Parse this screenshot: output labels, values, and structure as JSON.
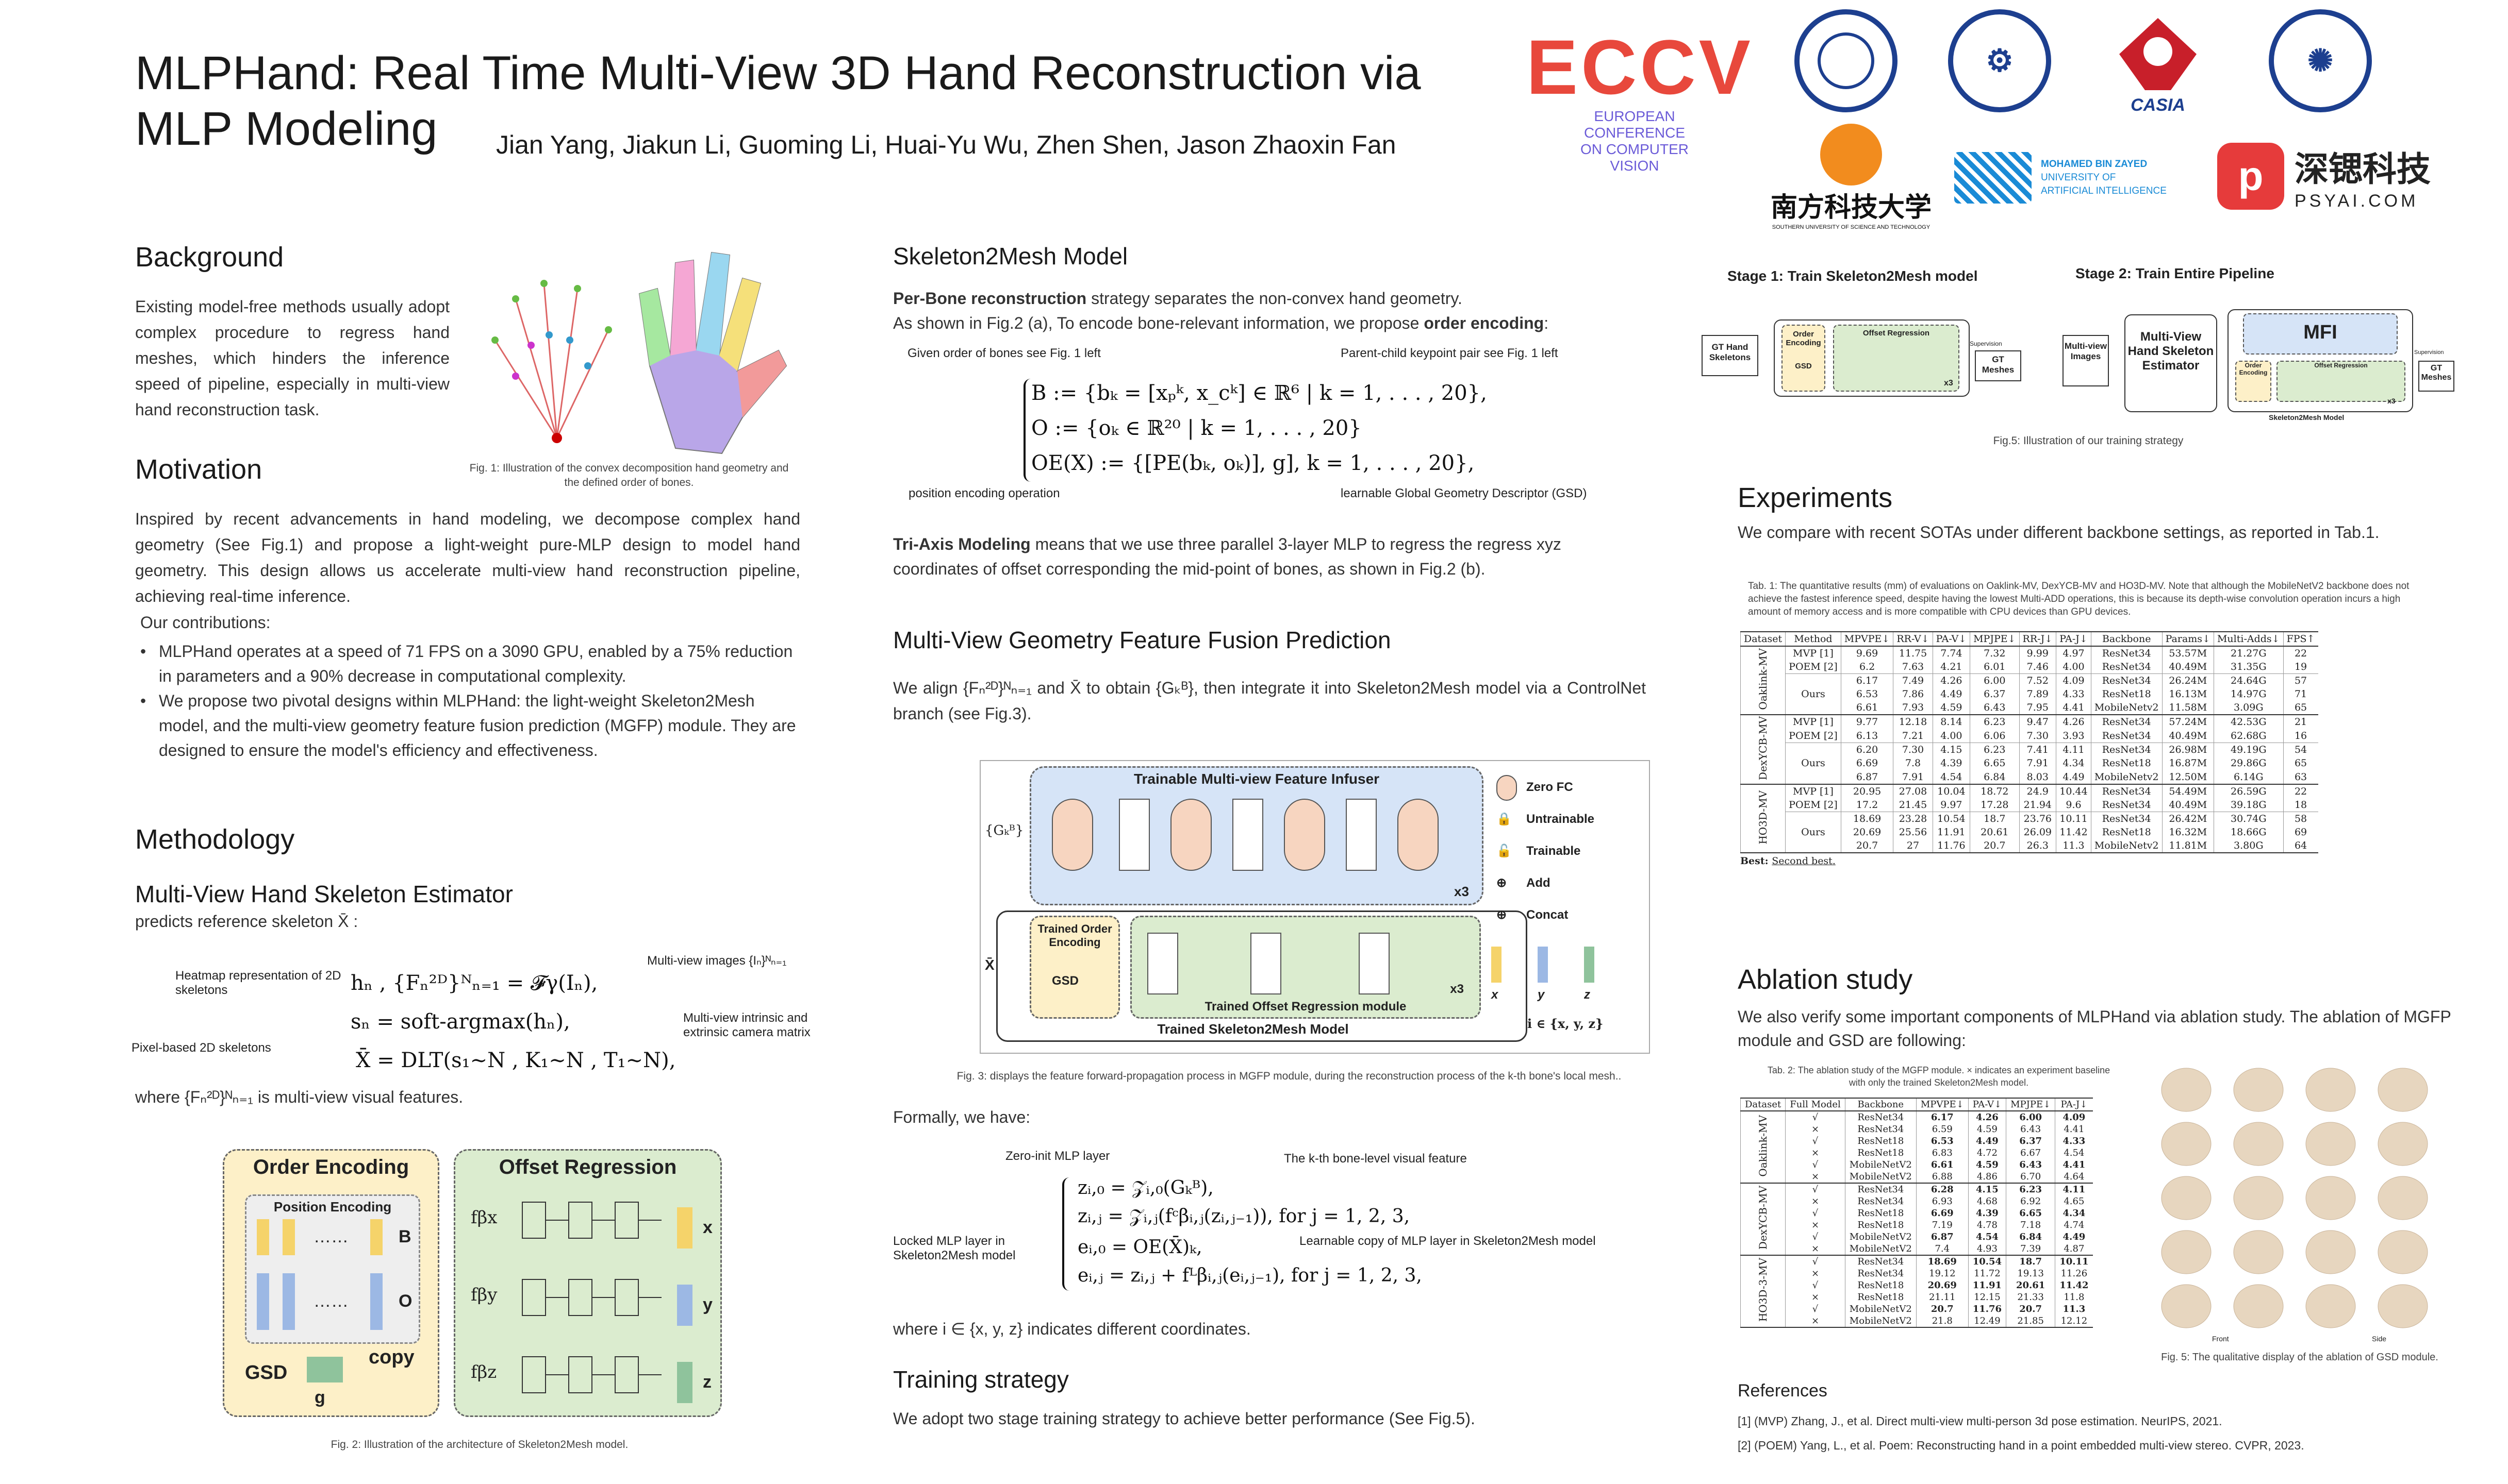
{
  "title_line1": "MLPHand: Real Time Multi-View 3D Hand Reconstruction via",
  "title_line2": "MLP Modeling",
  "authors": "Jian Yang, Jiakun Li, Guoming Li, Huai-Yu Wu, Zhen Shen, Jason Zhaoxin Fan",
  "logos": {
    "eccv_word": "ECCV",
    "eccv_sub": [
      "EUROPEAN",
      "CONFERENCE",
      "ON COMPUTER",
      "VISION"
    ],
    "casia": "CASIA",
    "sustech": "南方科技大学",
    "sustech_en": "SOUTHERN UNIVERSITY OF SCIENCE AND TECHNOLOGY",
    "mbzuai": [
      "MOHAMED BIN ZAYED",
      "UNIVERSITY OF",
      "ARTIFICIAL INTELLIGENCE"
    ],
    "psyai_cn": "深锶科技",
    "psyai_en": "PSYAI.COM"
  },
  "background": {
    "heading": "Background",
    "text": "Existing model-free methods usually adopt complex procedure to regress hand meshes, which hinders the inference speed of pipeline, especially in multi-view hand reconstruction task.",
    "fig1_caption": "Fig. 1: Illustration of the convex decomposition hand geometry and the defined order of bones."
  },
  "motivation": {
    "heading": "Motivation",
    "text": "Inspired by recent advancements in hand modeling, we decompose complex hand geometry (See Fig.1) and propose a light-weight pure-MLP design to model hand geometry. This design allows us accelerate multi-view hand reconstruction pipeline, achieving real-time inference.",
    "contrib_title": "Our contributions:",
    "contrib": [
      "MLPHand operates at a speed of 71 FPS on a 3090 GPU, enabled by a 75% reduction in parameters and a 90% decrease in computational complexity.",
      "We propose two pivotal designs within MLPHand: the light-weight Skeleton2Mesh model, and the multi-view geometry feature fusion prediction (MGFP) module. They are designed to ensure the model's efficiency and effectiveness."
    ]
  },
  "methodology": {
    "heading": "Methodology",
    "sub": "Multi-View Hand Skeleton Estimator",
    "predicts": "predicts reference skeleton X̄ :",
    "ann": {
      "heatmap": "Heatmap representation of 2D skeletons",
      "pixel": "Pixel-based 2D skeletons",
      "multiview": "Multi-view images {Iₙ}ᴺₙ₌₁",
      "camera": "Multi-view intrinsic and extrinsic camera matrix"
    },
    "eq1": "hₙ , {Fₙ²ᴰ}ᴺₙ₌₁ = 𝓕γ(Iₙ),",
    "eq2": "sₙ = soft-argmax(hₙ),",
    "eq3": "X̄ = DLT(s₁∼N , K₁∼N , T₁∼N),",
    "where": "where {Fₙ²ᴰ}ᴺₙ₌₁ is multi-view visual features.",
    "fig2": {
      "order": "Order Encoding",
      "offset": "Offset Regression",
      "pos": "Position Encoding",
      "gsd": "GSD",
      "g": "g",
      "copy": "copy",
      "B": "B",
      "O": "O",
      "x": "x",
      "y": "y",
      "z": "z",
      "fx": "fβx",
      "fy": "fβy",
      "fz": "fβz",
      "dots": "……"
    },
    "fig2_caption": "Fig. 2: Illustration of the architecture of Skeleton2Mesh model."
  },
  "s2m": {
    "heading": "Skeleton2Mesh Model",
    "p1_bold": "Per-Bone reconstruction",
    "p1": " strategy separates the non-convex hand geometry.",
    "p2": "As shown in Fig.2 (a), To encode bone-relevant information, we propose ",
    "p2_bold": "order encoding",
    "p2_end": ":",
    "ann": {
      "given": "Given order of bones see Fig. 1 left",
      "parent": "Parent-child keypoint pair see Fig. 1 left",
      "pos": "position encoding operation",
      "gsd": "learnable Global Geometry Descriptor (GSD)"
    },
    "eqB": "B := {bₖ = [xₚᵏ, x_cᵏ] ∈ ℝ⁶ | k = 1, . . . , 20},",
    "eqO": "O := {oₖ ∈ ℝ²⁰ | k = 1, . . . , 20}",
    "eqOE": "OE(X) := {[PE(bₖ, oₖ)], g], k = 1, . . . , 20},",
    "tri_bold": "Tri-Axis Modeling",
    "tri": " means that we use three parallel 3-layer MLP to regress the regress xyz coordinates of offset corresponding the mid-point of bones, as shown in Fig.2 (b)."
  },
  "mgfp": {
    "heading": "Multi-View Geometry Feature Fusion Prediction",
    "text": "We align {Fₙ²ᴰ}ᴺₙ₌₁ and X̄ to obtain {Gₖᴮ}, then integrate it into Skeleton2Mesh model via a ControlNet branch (see Fig.3).",
    "fig3": {
      "top": "Trainable Multi-view Feature Infuser",
      "order": "Trained Order Encoding",
      "gsd": "GSD",
      "offset": "Trained Offset Regression module",
      "outer": "Trained Skeleton2Mesh Model",
      "x3": "x3",
      "legend": [
        "Zero FC",
        "Untrainable",
        "Trainable",
        "Add",
        "Concat"
      ],
      "iaxis": "i ∈ {x, y, z}",
      "gk": "{Gₖᴮ}",
      "xbar": "X̄",
      "x": "x",
      "y": "y",
      "z": "z"
    },
    "fig3_caption": "Fig. 3: displays the feature forward-propagation process in MGFP module, during the reconstruction process of the k-th bone's local mesh..",
    "formally": "Formally, we have:",
    "ann": {
      "zero": "Zero-init MLP layer",
      "kth": "The k-th bone-level visual feature",
      "locked": "Locked MLP layer in Skeleton2Mesh model",
      "learn": "Learnable copy of MLP layer in Skeleton2Mesh model"
    },
    "eqs": [
      "zᵢ,₀ = 𝒵ᵢ,₀(Gₖᴮ),",
      "zᵢ,ⱼ = 𝒵ᵢ,ⱼ(fᶜβᵢ,ⱼ(zᵢ,ⱼ₋₁)),  for j = 1, 2, 3,",
      "eᵢ,₀ = OE(X̄)ₖ,",
      "eᵢ,ⱼ = zᵢ,ⱼ + fᴸβᵢ,ⱼ(eᵢ,ⱼ₋₁), for j = 1, 2, 3,"
    ],
    "where": "where i ∈ {x, y, z} indicates different coordinates."
  },
  "training": {
    "heading": "Training strategy",
    "text": "We adopt two stage training strategy to achieve better performance (See Fig.5).",
    "stage1": "Stage 1: Train Skeleton2Mesh model",
    "stage2": "Stage 2: Train Entire Pipeline",
    "s1": {
      "gt": "GT Hand Skeletons",
      "order": "Order Encoding",
      "gsd": "GSD",
      "offset": "Offset Regression",
      "sup": "Supervision",
      "gtm": "GT Meshes",
      "x3": "x3"
    },
    "s2": {
      "mv": "Multi-view Images",
      "est": "Multi-View Hand Skeleton Estimator",
      "mfi": "MFI",
      "order": "Order Encoding",
      "offset": "Offset Regression",
      "s2m": "Skeleton2Mesh Model",
      "sup": "Supervision",
      "gtm": "GT Meshes",
      "x3": "x3"
    },
    "caption": "Fig.5: Illustration of our training strategy"
  },
  "experiments": {
    "heading": "Experiments",
    "text": "We compare with recent SOTAs under different backbone settings, as reported in Tab.1.",
    "tab_caption": "Tab. 1: The quantitative results (mm) of evaluations on Oaklink-MV, DexYCB-MV and HO3D-MV. Note that although the MobileNetV2 backbone does not achieve the fastest inference speed, despite having the lowest Multi-ADD operations, this is because its depth-wise convolution operation incurs a high amount of memory access and is more compatible with CPU devices than GPU devices.",
    "headers": [
      "Dataset",
      "Method",
      "MPVPE↓",
      "RR-V↓",
      "PA-V↓",
      "MPJPE↓",
      "RR-J↓",
      "PA-J↓",
      "Backbone",
      "Params↓",
      "Multi-Adds↓",
      "FPS↑"
    ],
    "groups": [
      {
        "name": "Oaklink-MV",
        "rows": [
          [
            "MVP [1]",
            "9.69",
            "11.75",
            "7.74",
            "7.32",
            "9.99",
            "4.97",
            "ResNet34",
            "53.57M",
            "21.27G",
            "22"
          ],
          [
            "POEM [2]",
            "6.2",
            "7.63",
            "4.21",
            "6.01",
            "7.46",
            "4.00",
            "ResNet34",
            "40.49M",
            "31.35G",
            "19"
          ],
          [
            "",
            "6.17",
            "7.49",
            "4.26",
            "6.00",
            "7.52",
            "4.09",
            "ResNet34",
            "26.24M",
            "24.64G",
            "57"
          ],
          [
            "Ours",
            "6.53",
            "7.86",
            "4.49",
            "6.37",
            "7.89",
            "4.33",
            "ResNet18",
            "16.13M",
            "14.97G",
            "71"
          ],
          [
            "",
            "6.61",
            "7.93",
            "4.59",
            "6.43",
            "7.95",
            "4.41",
            "MobileNetv2",
            "11.58M",
            "3.09G",
            "65"
          ]
        ]
      },
      {
        "name": "DexYCB-MV",
        "rows": [
          [
            "MVP [1]",
            "9.77",
            "12.18",
            "8.14",
            "6.23",
            "9.47",
            "4.26",
            "ResNet34",
            "57.24M",
            "42.53G",
            "21"
          ],
          [
            "POEM [2]",
            "6.13",
            "7.21",
            "4.00",
            "6.06",
            "7.30",
            "3.93",
            "ResNet34",
            "40.49M",
            "62.68G",
            "16"
          ],
          [
            "",
            "6.20",
            "7.30",
            "4.15",
            "6.23",
            "7.41",
            "4.11",
            "ResNet34",
            "26.98M",
            "49.19G",
            "54"
          ],
          [
            "Ours",
            "6.69",
            "7.8",
            "4.39",
            "6.65",
            "7.91",
            "4.34",
            "ResNet18",
            "16.87M",
            "29.86G",
            "65"
          ],
          [
            "",
            "6.87",
            "7.91",
            "4.54",
            "6.84",
            "8.03",
            "4.49",
            "MobileNetv2",
            "12.50M",
            "6.14G",
            "63"
          ]
        ]
      },
      {
        "name": "HO3D-MV",
        "rows": [
          [
            "MVP [1]",
            "20.95",
            "27.08",
            "10.04",
            "18.72",
            "24.9",
            "10.44",
            "ResNet34",
            "54.49M",
            "26.59G",
            "22"
          ],
          [
            "POEM [2]",
            "17.2",
            "21.45",
            "9.97",
            "17.28",
            "21.94",
            "9.6",
            "ResNet34",
            "40.49M",
            "39.18G",
            "18"
          ],
          [
            "",
            "18.69",
            "23.28",
            "10.54",
            "18.7",
            "23.76",
            "10.11",
            "ResNet34",
            "26.42M",
            "30.74G",
            "58"
          ],
          [
            "Ours",
            "20.69",
            "25.56",
            "11.91",
            "20.61",
            "26.09",
            "11.42",
            "ResNet18",
            "16.32M",
            "18.66G",
            "69"
          ],
          [
            "",
            "20.7",
            "27",
            "11.76",
            "20.7",
            "26.3",
            "11.3",
            "MobileNetv2",
            "11.81M",
            "3.80G",
            "64"
          ]
        ]
      }
    ],
    "best_label": "Best: ",
    "second_best": "Second best."
  },
  "ablation": {
    "heading": "Ablation study",
    "text": "We also verify some important components of MLPHand via ablation study. The ablation of MGFP module and GSD are following:",
    "tab_caption": "Tab. 2: The ablation study of the MGFP module. × indicates an experiment baseline with only the trained Skeleton2Mesh model.",
    "headers": [
      "Dataset",
      "Full Model",
      "Backbone",
      "MPVPE↓",
      "PA-V↓",
      "MPJPE↓",
      "PA-J↓"
    ],
    "groups": [
      {
        "name": "Oaklink-MV",
        "rows": [
          [
            "√",
            "ResNet34",
            "6.17",
            "4.26",
            "6.00",
            "4.09"
          ],
          [
            "×",
            "ResNet34",
            "6.59",
            "4.59",
            "6.43",
            "4.41"
          ],
          [
            "√",
            "ResNet18",
            "6.53",
            "4.49",
            "6.37",
            "4.33"
          ],
          [
            "×",
            "ResNet18",
            "6.83",
            "4.72",
            "6.67",
            "4.54"
          ],
          [
            "√",
            "MobileNetV2",
            "6.61",
            "4.59",
            "6.43",
            "4.41"
          ],
          [
            "×",
            "MobileNetV2",
            "6.88",
            "4.86",
            "6.70",
            "4.64"
          ]
        ]
      },
      {
        "name": "DexYCB-MV",
        "rows": [
          [
            "√",
            "ResNet34",
            "6.28",
            "4.15",
            "6.23",
            "4.11"
          ],
          [
            "×",
            "ResNet34",
            "6.93",
            "4.68",
            "6.92",
            "4.65"
          ],
          [
            "√",
            "ResNet18",
            "6.69",
            "4.39",
            "6.65",
            "4.34"
          ],
          [
            "×",
            "ResNet18",
            "7.19",
            "4.78",
            "7.18",
            "4.74"
          ],
          [
            "√",
            "MobileNetV2",
            "6.87",
            "4.54",
            "6.84",
            "4.49"
          ],
          [
            "×",
            "MobileNetV2",
            "7.4",
            "4.93",
            "7.39",
            "4.87"
          ]
        ]
      },
      {
        "name": "HO3D-3-MV",
        "rows": [
          [
            "√",
            "ResNet34",
            "18.69",
            "10.54",
            "18.7",
            "10.11"
          ],
          [
            "×",
            "ResNet34",
            "19.12",
            "11.72",
            "19.13",
            "11.26"
          ],
          [
            "√",
            "ResNet18",
            "20.69",
            "11.91",
            "20.61",
            "11.42"
          ],
          [
            "×",
            "ResNet18",
            "21.11",
            "12.15",
            "21.33",
            "11.8"
          ],
          [
            "√",
            "MobileNetV2",
            "20.7",
            "11.76",
            "20.7",
            "11.3"
          ],
          [
            "×",
            "MobileNetV2",
            "21.8",
            "12.49",
            "21.85",
            "12.12"
          ]
        ]
      }
    ],
    "fig5_caption": "Fig. 5: The qualitative display of the ablation of GSD module.",
    "front": "Front",
    "side": "Side"
  },
  "references": {
    "heading": "References",
    "items": [
      "[1] (MVP) Zhang, J., et al. Direct multi-view multi-person 3d pose estimation. NeurIPS, 2021.",
      "[2] (POEM) Yang, L., et al. Poem: Reconstructing hand in a point embedded multi-view stereo. CVPR, 2023."
    ]
  },
  "colors": {
    "eccv_red": "#e8483c",
    "eccv_purple": "#6b5bd8",
    "blue_logo": "#1d3f8f",
    "red_box": "#e53935",
    "order_fill": "#fdf0c8",
    "offset_fill": "#dbeccf",
    "infuser_fill": "#d6e4f7"
  }
}
